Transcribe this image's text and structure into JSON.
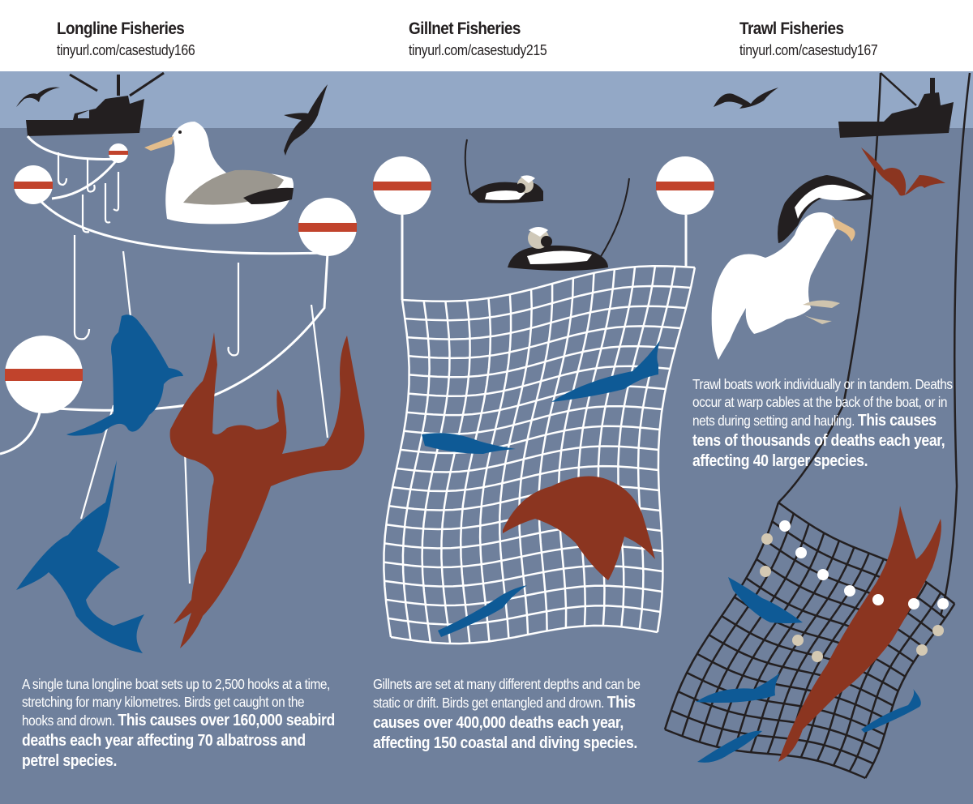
{
  "columns": [
    {
      "id": "longline",
      "title": "Longline Fisheries",
      "link": "tinyurl.com/casestudy166",
      "description": "A single tuna longline boat sets up to 2,500 hooks at a time, stretching for many kilometres. Birds get caught on the hooks and drown.",
      "impact": "This causes over 160,000 seabird deaths each year affecting 70 albatross and petrel species."
    },
    {
      "id": "gillnet",
      "title": "Gillnet Fisheries",
      "link": "tinyurl.com/casestudy215",
      "description": "Gillnets are set at many different depths and can be static or drift. Birds get entangled and drown.",
      "impact": "This causes over 400,000 deaths each year, affecting 150 coastal and diving species."
    },
    {
      "id": "trawl",
      "title": "Trawl Fisheries",
      "link": "tinyurl.com/casestudy167",
      "description": "Trawl boats work individually or in tandem. Deaths occur at warp cables at the back of the boat, or in nets during setting and hauling.",
      "impact": "This causes tens of thousands of deaths each year, affecting 40 larger species."
    }
  ],
  "colors": {
    "sky": "#93a8c6",
    "sea": "#6f809c",
    "buoy_stripe": "#c1432c",
    "dead_bird": "#8b3520",
    "fish": "#0e5a96",
    "boat": "#231f20",
    "beak": "#e3bd8c"
  },
  "icons": [
    "fishing-boat-icon",
    "flying-bird-icon",
    "buoy-icon",
    "hook-icon",
    "albatross-icon",
    "duck-icon",
    "fish-icon",
    "drowned-bird-icon",
    "gillnet-icon",
    "trawl-net-icon"
  ]
}
